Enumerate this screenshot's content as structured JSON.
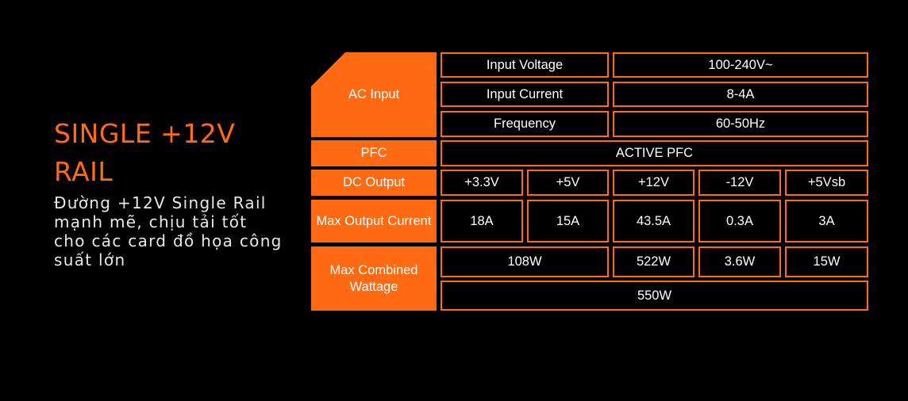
{
  "heading": "SINGLE +12V RAIL",
  "description": "Đường +12V Single Rail mạnh mẽ, chịu tải tốt cho các card đồ họa công suất lớn",
  "colors": {
    "accent": "#ff6a13",
    "background": "#000000"
  },
  "table": {
    "ac_input": {
      "label": "AC Input",
      "rows": [
        {
          "name": "Input Voltage",
          "value": "100-240V~"
        },
        {
          "name": "Input Current",
          "value": "8-4A"
        },
        {
          "name": "Frequency",
          "value": "60-50Hz"
        }
      ]
    },
    "pfc": {
      "label": "PFC",
      "value": "ACTIVE PFC"
    },
    "dc_output": {
      "label": "DC Output",
      "rails": [
        "+3.3V",
        "+5V",
        "+12V",
        "-12V",
        "+5Vsb"
      ]
    },
    "max_output_current": {
      "label": "Max Output Current",
      "values": [
        "18A",
        "15A",
        "43.5A",
        "0.3A",
        "3A"
      ]
    },
    "max_combined_wattage": {
      "label": "Max Combined Wattage",
      "values": [
        "108W",
        "522W",
        "3.6W",
        "15W"
      ],
      "total": "550W"
    }
  }
}
